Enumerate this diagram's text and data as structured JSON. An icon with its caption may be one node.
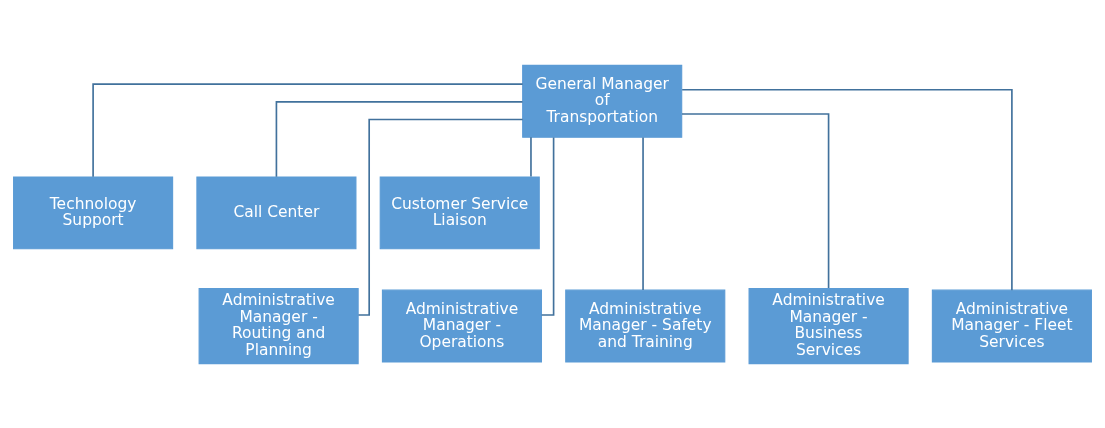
{
  "diagram": {
    "nodes": [
      {
        "text": [
          "General Manager of Transportation"
        ]
      },
      {
        "text": [
          "Technology Support"
        ]
      },
      {
        "text": [
          "Call Center"
        ]
      },
      {
        "text": [
          "Customer Service Liaison"
        ]
      },
      {
        "text": [
          "Administrative Manager - Routing and Planning"
        ]
      },
      {
        "text": [
          "Administrative Manager - Operations"
        ]
      },
      {
        "text": [
          "Administrative Manager - Safety and Training"
        ]
      },
      {
        "text": [
          "Administrative Manager - Business Services"
        ]
      },
      {
        "text": [
          "Administrative Manager - Fleet Services"
        ]
      }
    ],
    "edges": [
      {
        "from": 0,
        "to": 1,
        "arrow": "none"
      },
      {
        "from": 0,
        "to": 2,
        "arrow": "none"
      },
      {
        "from": 0,
        "to": 3,
        "arrow": "none"
      },
      {
        "from": 0,
        "to": 4,
        "arrow": "none"
      },
      {
        "from": 0,
        "to": 5,
        "arrow": "none"
      },
      {
        "from": 0,
        "to": 6,
        "arrow": "none"
      },
      {
        "from": 0,
        "to": 7,
        "arrow": "none"
      },
      {
        "from": 0,
        "to": 8,
        "arrow": "none"
      }
    ]
  }
}
